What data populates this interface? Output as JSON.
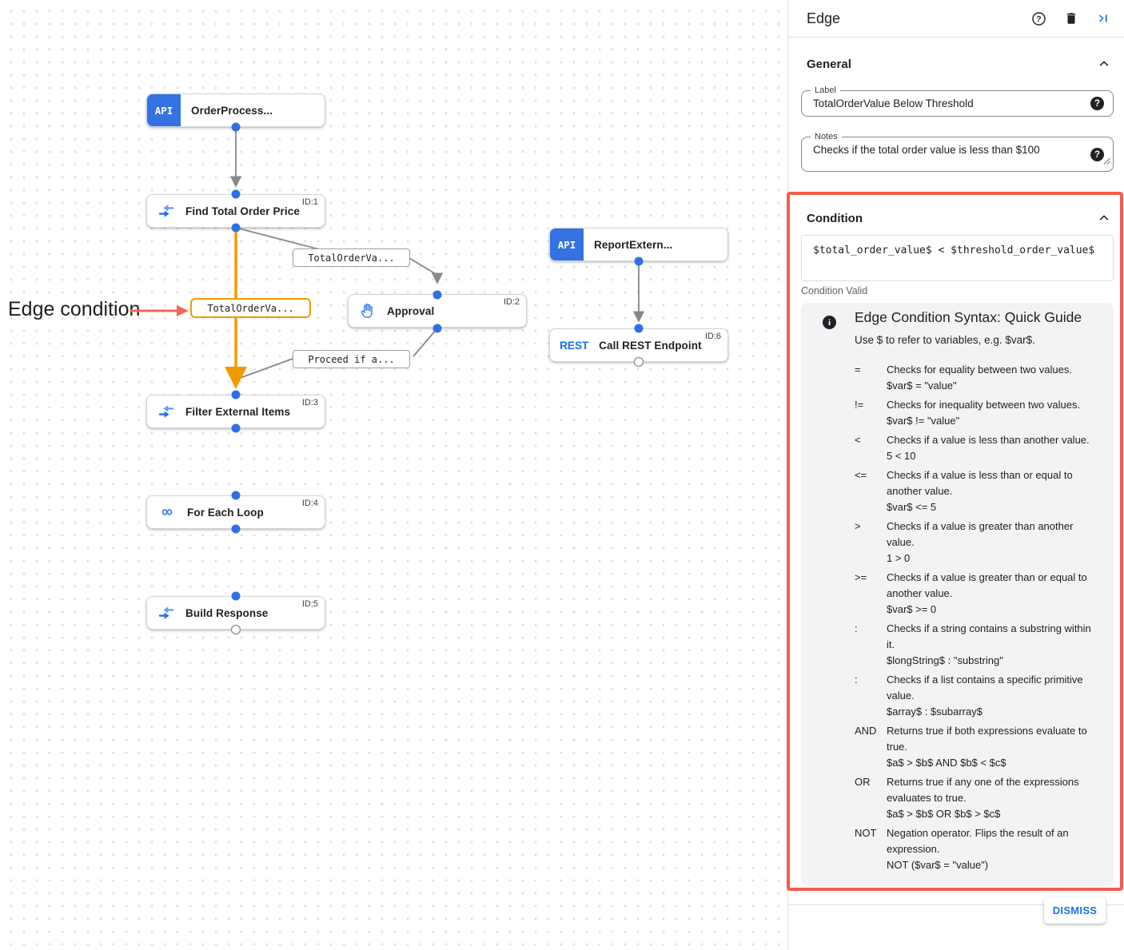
{
  "canvas": {
    "annotation_label": "Edge condition",
    "api_icon_text": "API",
    "rest_icon_text": "REST",
    "nodes": [
      {
        "label": "OrderProcess...",
        "id_label": "",
        "icon": "api"
      },
      {
        "label": "Find Total Order Price",
        "id_label": "ID:1",
        "icon": "data-mapping"
      },
      {
        "label": "Approval",
        "id_label": "ID:2",
        "icon": "approval-hand"
      },
      {
        "label": "ReportExtern...",
        "id_label": "",
        "icon": "api"
      },
      {
        "label": "Call REST Endpoint",
        "id_label": "ID:6",
        "icon": "rest"
      },
      {
        "label": "Filter External Items",
        "id_label": "ID:3",
        "icon": "data-mapping"
      },
      {
        "label": "For Each Loop",
        "id_label": "ID:4",
        "icon": "for-each-loop"
      },
      {
        "label": "Build Response",
        "id_label": "ID:5",
        "icon": "data-mapping"
      }
    ],
    "edge_labels": [
      {
        "text": "TotalOrderVa...",
        "selected": false
      },
      {
        "text": "TotalOrderVa...",
        "selected": true
      },
      {
        "text": "Proceed if a...",
        "selected": false
      }
    ]
  },
  "panel": {
    "title": "Edge",
    "general": {
      "heading": "General",
      "label_field": {
        "label": "Label",
        "value": "TotalOrderValue Below Threshold"
      },
      "notes_field": {
        "label": "Notes",
        "value": "Checks if the total order value is less than $100"
      }
    },
    "condition": {
      "heading": "Condition",
      "expression": "$total_order_value$ < $threshold_order_value$",
      "status": "Condition Valid"
    },
    "guide": {
      "title": "Edge Condition Syntax: Quick Guide",
      "subtitle": "Use $ to refer to variables, e.g. $var$.",
      "entries": [
        {
          "op": "=",
          "desc": "Checks for equality between two values.",
          "example": "$var$ = \"value\""
        },
        {
          "op": "!=",
          "desc": "Checks for inequality between two values.",
          "example": "$var$ != \"value\""
        },
        {
          "op": "<",
          "desc": "Checks if a value is less than another value.",
          "example": "5 < 10"
        },
        {
          "op": "<=",
          "desc": "Checks if a value is less than or equal to another value.",
          "example": "$var$ <= 5"
        },
        {
          "op": ">",
          "desc": "Checks if a value is greater than another value.",
          "example": "1 > 0"
        },
        {
          "op": ">=",
          "desc": "Checks if a value is greater than or equal to another value.",
          "example": "$var$ >= 0"
        },
        {
          "op": ":",
          "desc": "Checks if a string contains a substring within it.",
          "example": "$longString$ : \"substring\""
        },
        {
          "op": ":",
          "desc": "Checks if a list contains a specific primitive value.",
          "example": "$array$ : $subarray$"
        },
        {
          "op": "AND",
          "desc": "Returns true if both expressions evaluate to true.",
          "example": "$a$ > $b$ AND $b$ < $c$"
        },
        {
          "op": "OR",
          "desc": "Returns true if any one of the expressions evaluates to true.",
          "example": "$a$ > $b$ OR $b$ > $c$"
        },
        {
          "op": "NOT",
          "desc": "Negation operator. Flips the result of an expression.",
          "example": "NOT ($var$ = \"value\")"
        }
      ]
    },
    "icons": {
      "help_glyph": "?",
      "info_glyph": "i",
      "field_help_glyph": "?"
    },
    "dismiss_label": "DISMISS"
  },
  "colors": {
    "accent_blue": "#1a73e8",
    "node_icon_blue": "#3372e0",
    "edge_orange": "#f29b00",
    "edge_gray": "#85898e",
    "annotation_red": "#f75b4d",
    "guide_bg": "#f1f3f4"
  }
}
